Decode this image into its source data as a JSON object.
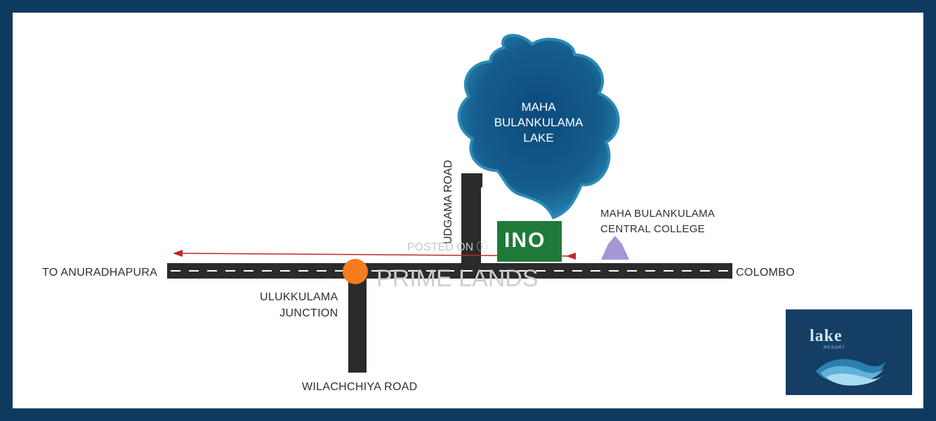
{
  "map": {
    "lake": {
      "line1": "MAHA",
      "line2": "BULANKULAMA",
      "line3": "LAKE"
    },
    "roads": {
      "main_left": "TO ANURADHAPURA",
      "main_right": "COLOMBO",
      "south_road": "WILACHCHIYA ROAD",
      "north_road": "UDGAMA ROAD"
    },
    "junction": {
      "line1": "ULUKKULAMA",
      "line2": "JUNCTION"
    },
    "landmark": {
      "line1": "MAHA BULANKULAMA",
      "line2": "CENTRAL COLLEGE"
    },
    "site_sign": "INO",
    "colors": {
      "lake": "#1d6a9c",
      "lake_dark": "#0d4a78",
      "road": "#2b2b2b",
      "junction_marker": "#f57c1f",
      "route_arrow": "#c0272d",
      "site_sign": "#1f7a3a",
      "frame": "#0f3a5f"
    }
  },
  "watermark": {
    "posted": "POSTED ON ⓘ",
    "brand": "PRIME LANDS"
  },
  "logo": {
    "word": "lake",
    "tagline": "RESORT"
  }
}
